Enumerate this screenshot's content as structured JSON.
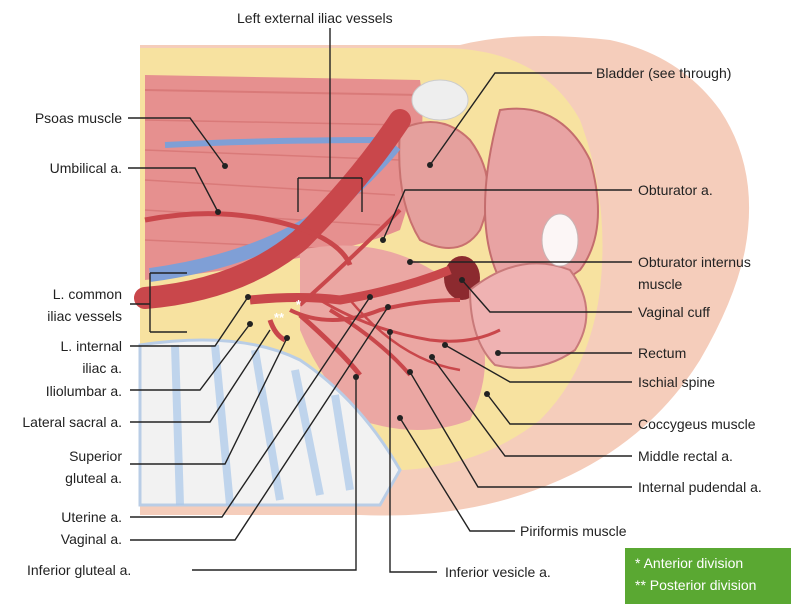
{
  "labels": {
    "top": "Left external iliac vessels",
    "psoas": "Psoas muscle",
    "umbilical": "Umbilical a.",
    "common_line1": "L. common",
    "common_line2": "iliac vessels",
    "internal_line1": "L. internal",
    "internal_line2": "iliac a.",
    "iliolumbar": "Iliolumbar a.",
    "lateral_sacral": "Lateral sacral a.",
    "superior_line1": "Superior",
    "superior_line2": "gluteal a.",
    "uterine": "Uterine a.",
    "vaginal": "Vaginal a.",
    "inferior_gluteal": "Inferior gluteal a.",
    "inferior_vesicle": "Inferior vesicle a.",
    "piriformis": "Piriformis muscle",
    "internal_pudendal": "Internal pudendal a.",
    "middle_rectal": "Middle rectal a.",
    "coccygeus": "Coccygeus muscle",
    "ischial": "Ischial spine",
    "rectum": "Rectum",
    "vaginal_cuff": "Vaginal cuff",
    "obt_int_line1": "Obturator internus",
    "obt_int_line2": "muscle",
    "obturator": "Obturator a.",
    "bladder": "Bladder (see through)"
  },
  "legend": {
    "anterior": "* Anterior division",
    "posterior": "** Posterior division"
  },
  "markers": {
    "single": "*",
    "double": "**"
  },
  "colors": {
    "artery": "#c9474b",
    "vein": "#7f9fd6",
    "muscle": "#e6908f",
    "fat": "#f7e2a0",
    "bone": "#f2f2f2",
    "skin": "#f5cdbb",
    "legend_bg": "#5aa832"
  }
}
